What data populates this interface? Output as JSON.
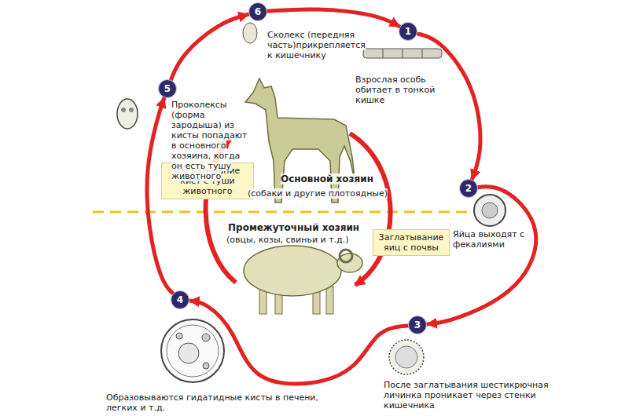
{
  "diagram": {
    "nodes": [
      {
        "text": [
          "1"
        ]
      },
      {
        "text": [
          "2"
        ]
      },
      {
        "text": [
          "3"
        ]
      },
      {
        "text": [
          "4"
        ]
      },
      {
        "text": [
          "5"
        ]
      },
      {
        "text": [
          "6"
        ]
      },
      {
        "text": [
          "Заглатывание кист с туши животного"
        ]
      },
      {
        "text": [
          "Заглатывание яиц с почвы"
        ]
      }
    ],
    "edges": [
      {
        "from": 5,
        "to": 0,
        "arrow": "to"
      },
      {
        "from": 0,
        "to": 1,
        "arrow": "to"
      },
      {
        "from": 1,
        "to": 2,
        "arrow": "to"
      },
      {
        "from": 2,
        "to": 3,
        "arrow": "to"
      },
      {
        "from": 3,
        "to": 4,
        "arrow": "to"
      },
      {
        "from": 4,
        "to": 5,
        "arrow": "to"
      }
    ],
    "labels": [
      "Сколекс (передняя часть)прикрепляется к кишечнику",
      "Взрослая особь обитает в тонкой кишке",
      "Яйца выходят с фекалиями",
      "После заглатывания шестикрючная личинка проникает через стенки кишечника",
      "Образовываются гидатидные кисты в печени, легких и т.д.",
      "Проколексы (форма зародыша) из кисты попадают в основного хозяина, когда он есть тушу животного",
      "Основной хозяин",
      "(собаки и другие плотоядные)",
      "Промежуточный хозяин",
      "(овцы, козы, свиньи и т.д.)"
    ]
  }
}
